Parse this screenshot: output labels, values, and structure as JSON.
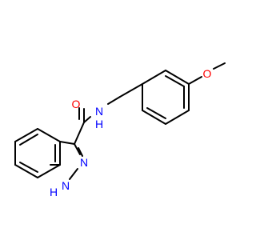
{
  "molecule": {
    "atoms": {
      "carbonyl_oxygen": "O",
      "methoxy_oxygen": "O",
      "amide_nitrogen": "N",
      "amide_hydrogen": "H",
      "ring_nitrogen_n2": "N",
      "ring_nitrogen_n1": "N",
      "ring_hydrogen": "H"
    }
  },
  "colors": {
    "bond": "#000000",
    "oxygen": "#ff0000",
    "nitrogen": "#0000ff",
    "background": "#ffffff"
  }
}
